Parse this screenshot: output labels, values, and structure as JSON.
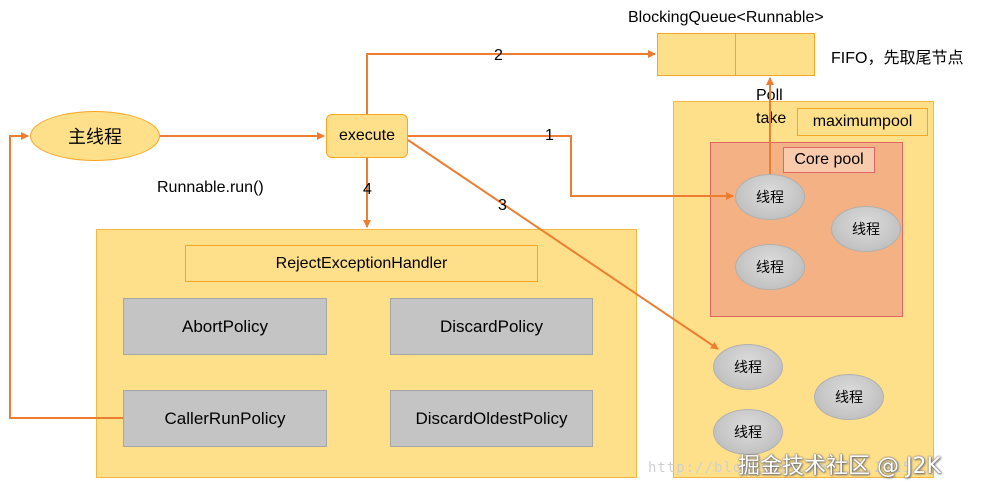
{
  "queue": {
    "title": "BlockingQueue<Runnable>",
    "fifo_note": "FIFO，先取尾节点"
  },
  "main_thread": {
    "label": "主线程"
  },
  "execute": {
    "label": "execute"
  },
  "runnable_run": {
    "label": "Runnable.run()"
  },
  "steps": {
    "one": "1",
    "two": "2",
    "three": "3",
    "four": "4"
  },
  "poll_take": {
    "poll": "Poll",
    "take": "take"
  },
  "maximum_pool": {
    "label": "maximumpool"
  },
  "core_pool": {
    "label": "Core pool"
  },
  "thread_label": "线程",
  "reject": {
    "handler": "RejectExceptionHandler",
    "abort": "AbortPolicy",
    "discard": "DiscardPolicy",
    "caller_run": "CallerRunPolicy",
    "discard_oldest": "DiscardOldestPolicy"
  },
  "watermark": {
    "text": "掘金技术社区 @ J2K",
    "url": "http://blog.csdn.net/...2015"
  },
  "colors": {
    "arrow": "#ed7d31",
    "panel": "#ffe08a",
    "panel_border": "#f5b642",
    "core_pool_fill": "#f4b183",
    "core_pool_border": "#e06666",
    "policy_gray": "#c4c4c4"
  }
}
